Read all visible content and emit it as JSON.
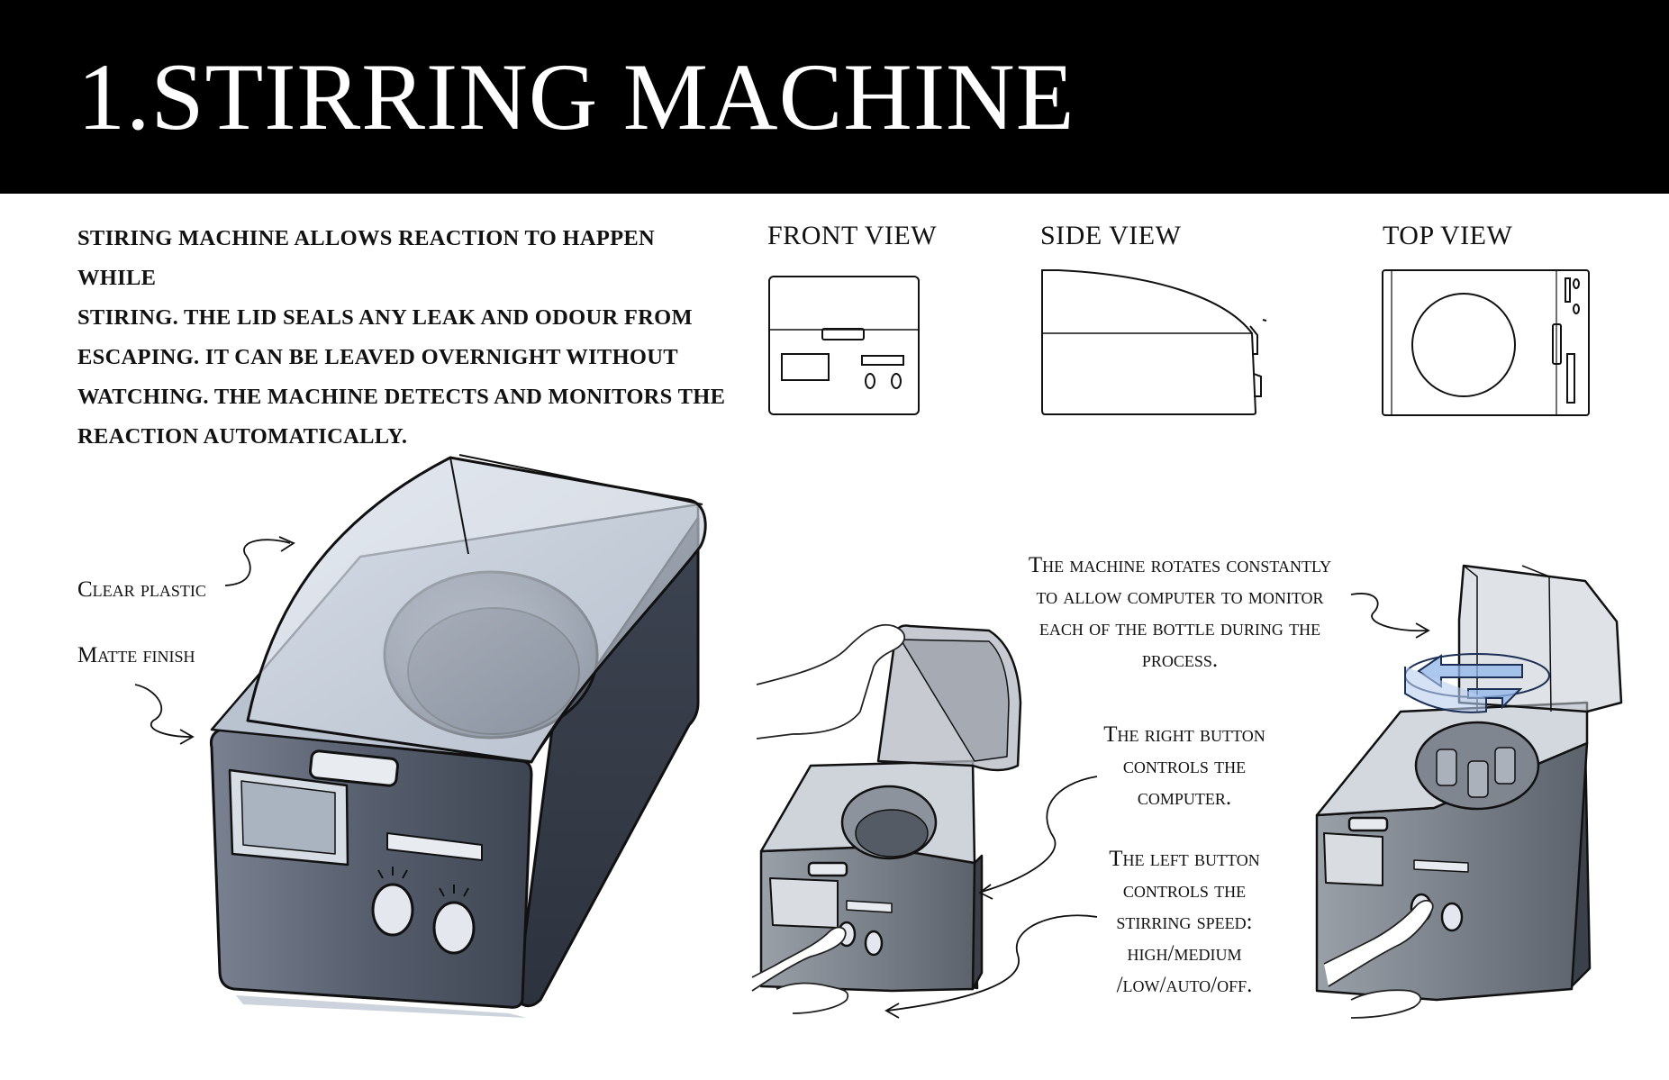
{
  "header": {
    "title": "1.STIRRING MACHINE",
    "background": "#000000",
    "text_color": "#ffffff"
  },
  "description": [
    "STIRING MACHINE ALLOWS REACTION TO HAPPEN WHILE",
    "STIRING. THE LID SEALS ANY LEAK AND ODOUR FROM",
    "ESCAPING. IT CAN BE LEAVED OVERNIGHT WITHOUT",
    "WATCHING. THE MACHINE DETECTS AND MONITORS THE",
    "REACTION AUTOMATICALLY."
  ],
  "views": {
    "front": "FRONT VIEW",
    "side": "SIDE VIEW",
    "top": "TOP VIEW"
  },
  "annotations": {
    "clear_plastic": "Clear plastic",
    "matte_finish": "Matte finish",
    "rotates": [
      "The machine rotates constantly",
      "to allow computer to monitor",
      "each of the bottle during the",
      "process."
    ],
    "right_button": [
      "The right button",
      "controls the",
      "computer."
    ],
    "left_button": [
      "The left button",
      "controls the",
      "stirring speed:",
      "high/medium",
      "/low/auto/off."
    ]
  },
  "palette": {
    "body_dark": "#4a5260",
    "body_mid": "#6b7383",
    "lid_tint": "#cfd6e0",
    "highlight": "#8fb4e8"
  }
}
